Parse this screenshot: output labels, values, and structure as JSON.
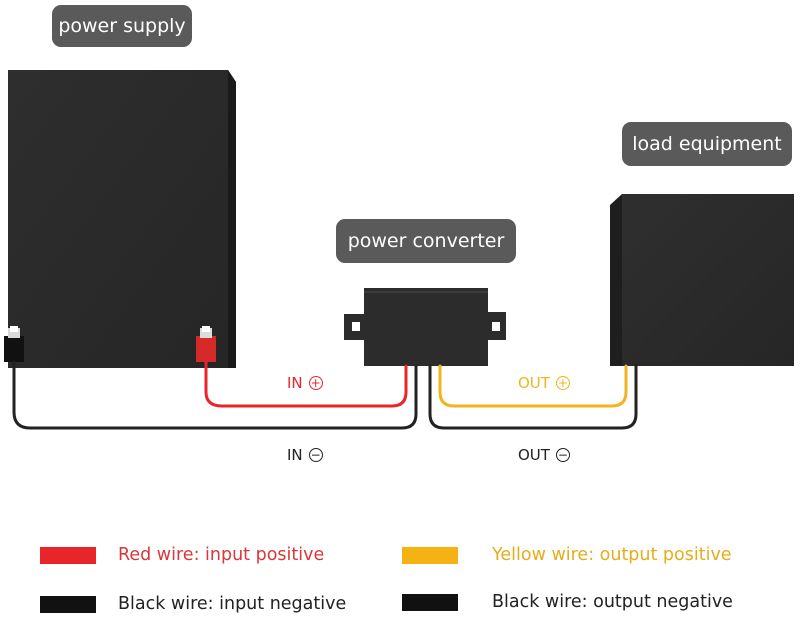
{
  "labels": {
    "power_supply": "power supply",
    "power_converter": "power converter",
    "load_equipment": "load equipment"
  },
  "wires": {
    "in_positive": {
      "text": "IN",
      "sign": "+",
      "color": "#e8262a"
    },
    "in_negative": {
      "text": "IN",
      "sign": "−",
      "color": "#222222"
    },
    "out_positive": {
      "text": "OUT",
      "sign": "+",
      "color": "#f0b41e"
    },
    "out_negative": {
      "text": "OUT",
      "sign": "−",
      "color": "#222222"
    }
  },
  "legend": [
    {
      "text": "Red wire: input positive",
      "color": "#e8262a",
      "text_color": "#d9373b"
    },
    {
      "text": "Yellow wire: output positive",
      "color": "#f5b313",
      "text_color": "#e6ad1a"
    },
    {
      "text": "Black wire: input negative",
      "color": "#111111",
      "text_color": "#222222"
    },
    {
      "text": "Black wire: output negative",
      "color": "#111111",
      "text_color": "#222222"
    }
  ],
  "colors": {
    "device_dark": "#2b2b2b",
    "device_side": "#1b1b1b",
    "label_bg": "#5a5a5a"
  }
}
